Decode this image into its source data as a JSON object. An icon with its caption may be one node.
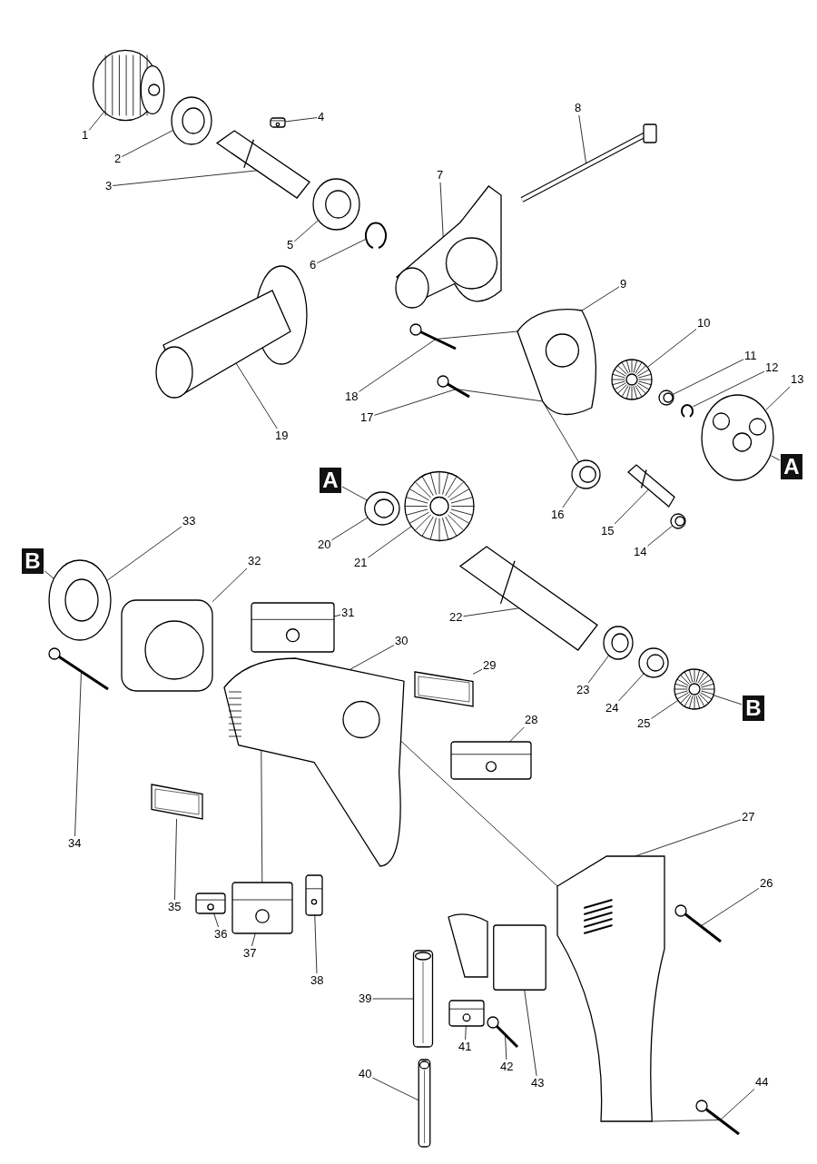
{
  "diagram": {
    "nodes": [
      {
        "text": [
          "1"
        ]
      },
      {
        "text": [],
        "shape": "picture"
      },
      {
        "text": [
          "2"
        ]
      },
      {
        "text": [],
        "shape": "picture"
      },
      {
        "text": [
          "3"
        ]
      },
      {
        "text": [],
        "shape": "picture"
      },
      {
        "text": [
          "4"
        ]
      },
      {
        "text": [],
        "shape": "picture"
      },
      {
        "text": [
          "5"
        ]
      },
      {
        "text": [],
        "shape": "picture"
      },
      {
        "text": [
          "6"
        ]
      },
      {
        "text": [],
        "shape": "picture"
      },
      {
        "text": [
          "7"
        ]
      },
      {
        "text": [],
        "shape": "picture"
      },
      {
        "text": [
          "8"
        ]
      },
      {
        "text": [],
        "shape": "picture"
      },
      {
        "text": [
          "9"
        ]
      },
      {
        "text": [],
        "shape": "picture"
      },
      {
        "text": [
          "10"
        ]
      },
      {
        "text": [],
        "shape": "picture"
      },
      {
        "text": [
          "11"
        ]
      },
      {
        "text": [],
        "shape": "picture"
      },
      {
        "text": [
          "12"
        ]
      },
      {
        "text": [],
        "shape": "picture"
      },
      {
        "text": [
          "13"
        ]
      },
      {
        "text": [],
        "shape": "picture"
      },
      {
        "text": [
          "14"
        ]
      },
      {
        "text": [],
        "shape": "picture"
      },
      {
        "text": [
          "15"
        ]
      },
      {
        "text": [],
        "shape": "picture"
      },
      {
        "text": [
          "16"
        ]
      },
      {
        "text": [],
        "shape": "picture"
      },
      {
        "text": [
          "17"
        ]
      },
      {
        "text": [],
        "shape": "picture"
      },
      {
        "text": [
          "18"
        ]
      },
      {
        "text": [],
        "shape": "picture"
      },
      {
        "text": [
          "19"
        ]
      },
      {
        "text": [],
        "shape": "picture"
      },
      {
        "text": [
          "20"
        ]
      },
      {
        "text": [],
        "shape": "picture"
      },
      {
        "text": [
          "21"
        ]
      },
      {
        "text": [],
        "shape": "picture"
      },
      {
        "text": [
          "22"
        ]
      },
      {
        "text": [],
        "shape": "picture"
      },
      {
        "text": [
          "23"
        ]
      },
      {
        "text": [],
        "shape": "picture"
      },
      {
        "text": [
          "24"
        ]
      },
      {
        "text": [],
        "shape": "picture"
      },
      {
        "text": [
          "25"
        ]
      },
      {
        "text": [],
        "shape": "picture"
      },
      {
        "text": [
          "26"
        ]
      },
      {
        "text": [],
        "shape": "picture"
      },
      {
        "text": [
          "27"
        ]
      },
      {
        "text": [],
        "shape": "picture"
      },
      {
        "text": [
          "28"
        ]
      },
      {
        "text": [],
        "shape": "picture"
      },
      {
        "text": [
          "29"
        ]
      },
      {
        "text": [],
        "shape": "picture"
      },
      {
        "text": [
          "30"
        ]
      },
      {
        "text": [],
        "shape": "picture"
      },
      {
        "text": [
          "31"
        ]
      },
      {
        "text": [],
        "shape": "picture"
      },
      {
        "text": [
          "32"
        ]
      },
      {
        "text": [],
        "shape": "picture"
      },
      {
        "text": [
          "33"
        ]
      },
      {
        "text": [],
        "shape": "picture"
      },
      {
        "text": [
          "34"
        ]
      },
      {
        "text": [],
        "shape": "picture"
      },
      {
        "text": [
          "35"
        ]
      },
      {
        "text": [],
        "shape": "picture"
      },
      {
        "text": [
          "36"
        ]
      },
      {
        "text": [],
        "shape": "picture"
      },
      {
        "text": [
          "37"
        ]
      },
      {
        "text": [],
        "shape": "picture"
      },
      {
        "text": [
          "38"
        ]
      },
      {
        "text": [],
        "shape": "picture"
      },
      {
        "text": [
          "39"
        ]
      },
      {
        "text": [],
        "shape": "picture"
      },
      {
        "text": [
          "40"
        ]
      },
      {
        "text": [],
        "shape": "picture"
      },
      {
        "text": [
          "41"
        ]
      },
      {
        "text": [],
        "shape": "picture"
      },
      {
        "text": [
          "42"
        ]
      },
      {
        "text": [],
        "shape": "picture"
      },
      {
        "text": [
          "43"
        ]
      },
      {
        "text": [],
        "shape": "picture"
      },
      {
        "text": [
          "44"
        ]
      },
      {
        "text": [],
        "shape": "picture"
      },
      {
        "text": [
          "A"
        ]
      },
      {
        "text": [
          "A"
        ]
      },
      {
        "text": [
          "B"
        ]
      },
      {
        "text": [
          "B"
        ]
      }
    ],
    "edges": [
      {
        "from": 0,
        "to": 1,
        "arrow": "none"
      },
      {
        "from": 2,
        "to": 3,
        "arrow": "none"
      },
      {
        "from": 4,
        "to": 5,
        "arrow": "none"
      },
      {
        "from": 6,
        "to": 7,
        "arrow": "none"
      },
      {
        "from": 8,
        "to": 9,
        "arrow": "none"
      },
      {
        "from": 10,
        "to": 11,
        "arrow": "none"
      },
      {
        "from": 12,
        "to": 13,
        "arrow": "none"
      },
      {
        "from": 14,
        "to": 15,
        "arrow": "none"
      },
      {
        "from": 16,
        "to": 17,
        "arrow": "none"
      },
      {
        "from": 18,
        "to": 19,
        "arrow": "none"
      },
      {
        "from": 20,
        "to": 21,
        "arrow": "none"
      },
      {
        "from": 22,
        "to": 23,
        "arrow": "none"
      },
      {
        "from": 24,
        "to": 25,
        "arrow": "none"
      },
      {
        "from": 26,
        "to": 27,
        "arrow": "none"
      },
      {
        "from": 28,
        "to": 29,
        "arrow": "none"
      },
      {
        "from": 30,
        "to": 31,
        "arrow": "none"
      },
      {
        "from": 32,
        "to": 33,
        "arrow": "none"
      },
      {
        "from": 34,
        "to": 35,
        "arrow": "none"
      },
      {
        "from": 36,
        "to": 37,
        "arrow": "none"
      },
      {
        "from": 38,
        "to": 39,
        "arrow": "none"
      },
      {
        "from": 40,
        "to": 41,
        "arrow": "none"
      },
      {
        "from": 42,
        "to": 43,
        "arrow": "none"
      },
      {
        "from": 44,
        "to": 45,
        "arrow": "none"
      },
      {
        "from": 46,
        "to": 47,
        "arrow": "none"
      },
      {
        "from": 48,
        "to": 49,
        "arrow": "none"
      },
      {
        "from": 50,
        "to": 51,
        "arrow": "none"
      },
      {
        "from": 52,
        "to": 53,
        "arrow": "none"
      },
      {
        "from": 54,
        "to": 55,
        "arrow": "none"
      },
      {
        "from": 56,
        "to": 57,
        "arrow": "none"
      },
      {
        "from": 58,
        "to": 59,
        "arrow": "none"
      },
      {
        "from": 60,
        "to": 61,
        "arrow": "none"
      },
      {
        "from": 62,
        "to": 63,
        "arrow": "none"
      },
      {
        "from": 64,
        "to": 65,
        "arrow": "none"
      },
      {
        "from": 66,
        "to": 67,
        "arrow": "none"
      },
      {
        "from": 68,
        "to": 69,
        "arrow": "none"
      },
      {
        "from": 70,
        "to": 71,
        "arrow": "none"
      },
      {
        "from": 72,
        "to": 73,
        "arrow": "none"
      },
      {
        "from": 74,
        "to": 75,
        "arrow": "none"
      },
      {
        "from": 76,
        "to": 77,
        "arrow": "none"
      },
      {
        "from": 78,
        "to": 79,
        "arrow": "none"
      },
      {
        "from": 80,
        "to": 81,
        "arrow": "none"
      },
      {
        "from": 82,
        "to": 83,
        "arrow": "none"
      },
      {
        "from": 84,
        "to": 85,
        "arrow": "none"
      },
      {
        "from": 86,
        "to": 87,
        "arrow": "none"
      },
      {
        "from": 88,
        "to": 39,
        "arrow": "none"
      },
      {
        "from": 89,
        "to": 25,
        "arrow": "none"
      },
      {
        "from": 90,
        "to": 65,
        "arrow": "none"
      },
      {
        "from": 91,
        "to": 49,
        "arrow": "none"
      },
      {
        "from": 35,
        "to": 17,
        "arrow": "none"
      },
      {
        "from": 33,
        "to": 17,
        "arrow": "none"
      },
      {
        "from": 17,
        "to": 31,
        "arrow": "none"
      },
      {
        "from": 59,
        "to": 53,
        "arrow": "none"
      },
      {
        "from": 73,
        "to": 59,
        "arrow": "none"
      },
      {
        "from": 87,
        "to": 53,
        "arrow": "none"
      }
    ]
  }
}
